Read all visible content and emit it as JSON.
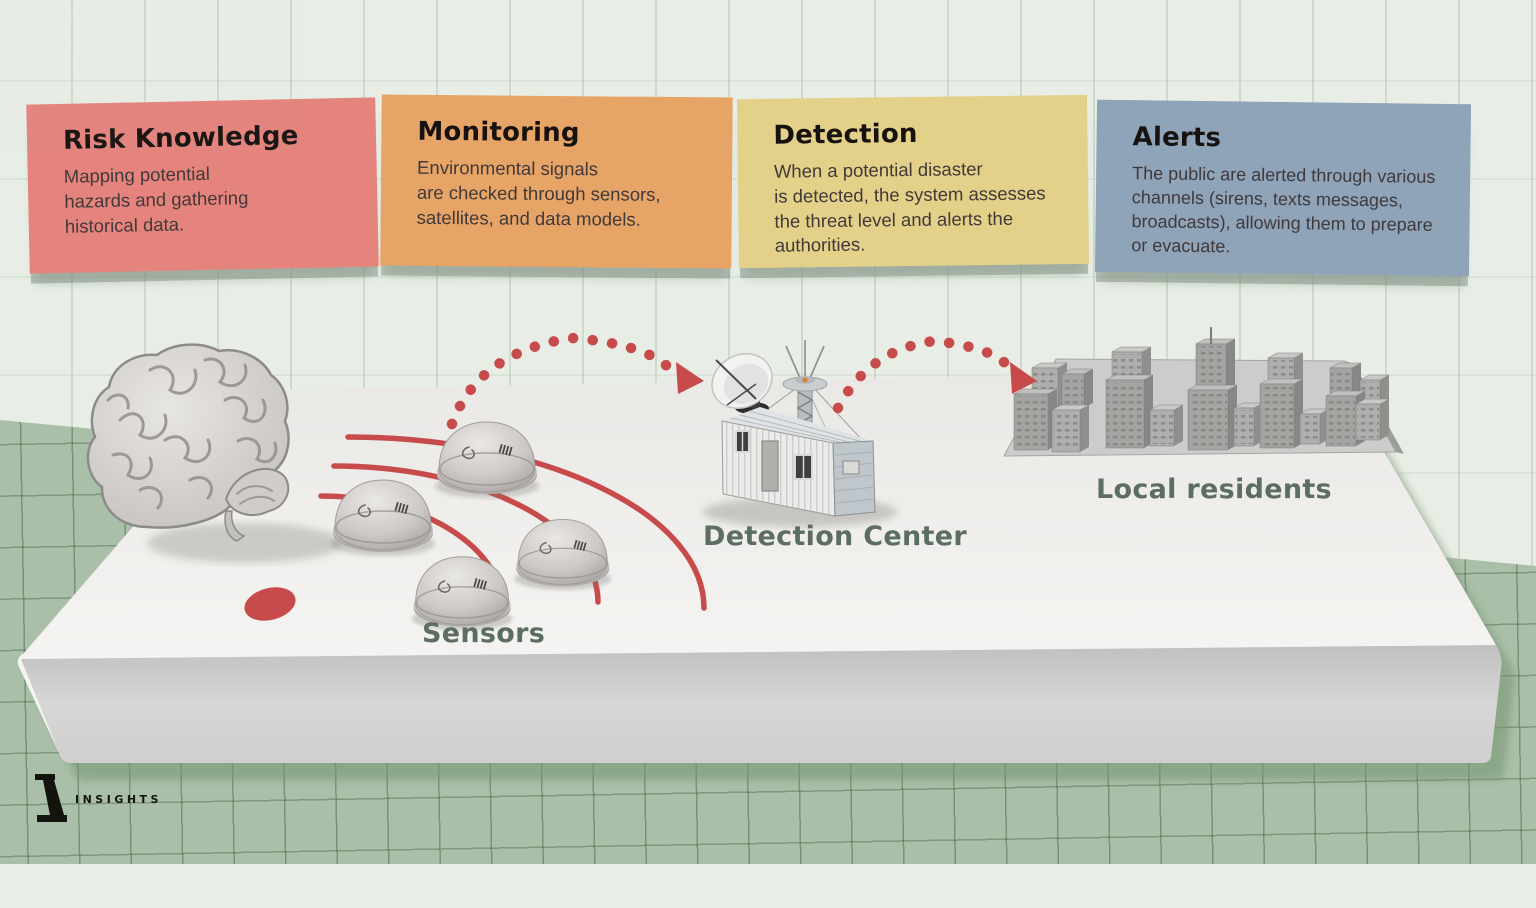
{
  "cards": [
    {
      "title": "Risk Knowledge",
      "body": "Mapping potential\nhazards and gathering\nhistorical data.",
      "color": "#e5837d"
    },
    {
      "title": "Monitoring",
      "body": "Environmental signals\nare checked through sensors,\nsatellites, and data models.",
      "color": "#e6a466"
    },
    {
      "title": "Detection",
      "body": "When a potential disaster\nis detected, the system assesses\nthe threat level and alerts the\nauthorities.",
      "color": "#e3d189"
    },
    {
      "title": "Alerts",
      "body": "The public are alerted through various\nchannels (sirens, texts messages,\nbroadcasts), allowing them to prepare\nor evacuate.",
      "color": "#8fa3b9"
    }
  ],
  "diagram": {
    "labels": {
      "sensors": "Sensors",
      "detection_center": "Detection Center",
      "local_residents": "Local residents"
    },
    "accent_red": "#c84b4b",
    "label_color": "#5c6e63"
  },
  "logo": {
    "text": "INSIGHTS"
  }
}
